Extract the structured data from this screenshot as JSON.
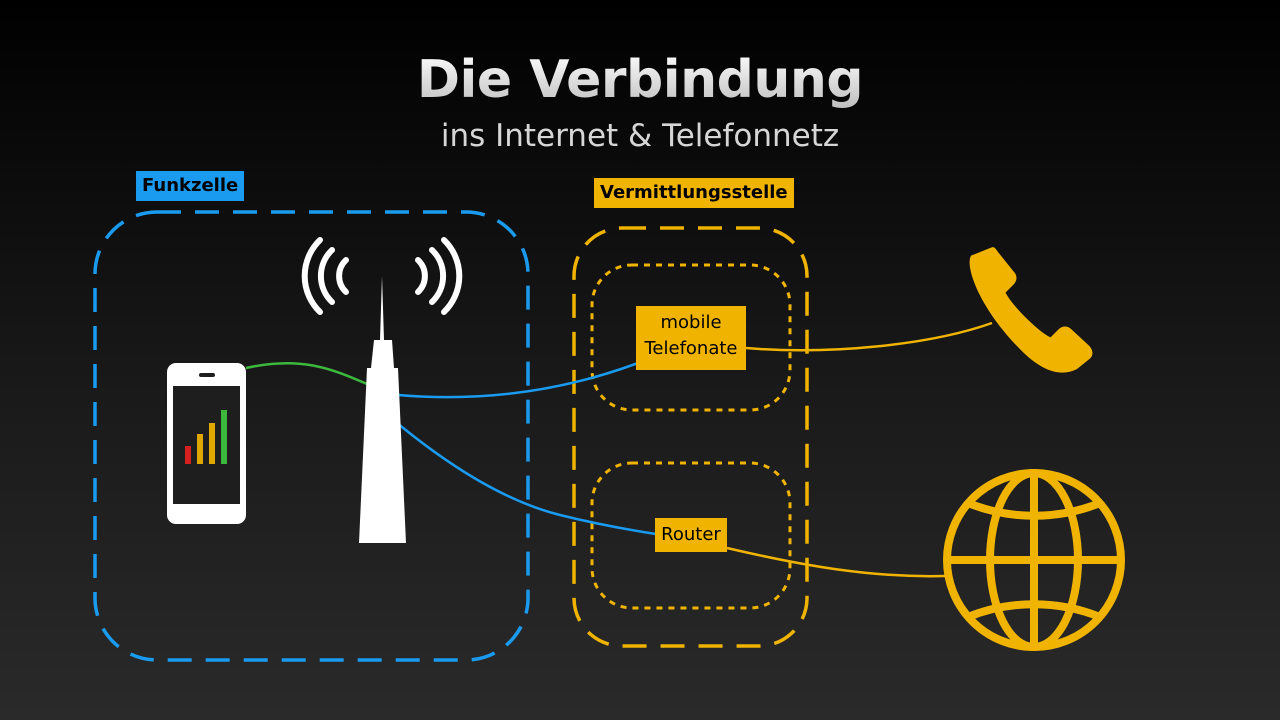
{
  "header": {
    "title": "Die Verbindung",
    "subtitle": "ins Internet & Telefonnetz"
  },
  "zones": {
    "cell": {
      "label": "Funkzelle",
      "color": "#1a9bf0"
    },
    "exchange": {
      "label": "Vermittlungsstelle",
      "color": "#f0b400"
    }
  },
  "nodes": {
    "mobile_calls": {
      "line1": "mobile",
      "line2": "Telefonate"
    },
    "router": {
      "label": "Router"
    }
  },
  "signal_bars": {
    "colors": [
      "#d62020",
      "#e0a800",
      "#e0a800",
      "#3cb83c"
    ]
  },
  "icons": [
    "smartphone-icon",
    "cell-tower-icon",
    "radio-waves-icon",
    "phone-handset-icon",
    "globe-icon"
  ],
  "colors": {
    "blue": "#1a9bf0",
    "yellow": "#f0b400",
    "green": "#3cb83c",
    "white": "#ffffff"
  }
}
